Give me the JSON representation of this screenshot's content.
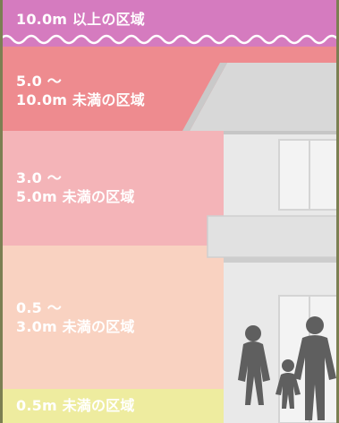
{
  "zones": [
    {
      "id": "zone-10m-plus",
      "label": "10.0m 以上の区域",
      "color": "#d57bbf"
    },
    {
      "id": "zone-5-10",
      "label": "5.0 ～\n10.0m 未満の区域",
      "color": "#ee8b8f"
    },
    {
      "id": "zone-3-5",
      "label": "3.0 ～\n5.0m 未満の区域",
      "color": "#f4b4b8"
    },
    {
      "id": "zone-05-3",
      "label": "0.5 ～\n3.0m 未満の区域",
      "color": "#f9d2c1"
    },
    {
      "id": "zone-under-05",
      "label": "0.5m 未満の区域",
      "color": "#eeec9f"
    }
  ],
  "icons": {
    "house": "house-icon",
    "family": "family-silhouette-icon"
  },
  "colors": {
    "border": "#7b7f52",
    "house_wall": "#e8e8e8",
    "house_roof": "#d8d8d8",
    "house_trim": "#bdbdbd",
    "silhouette": "#5f5f5f"
  }
}
